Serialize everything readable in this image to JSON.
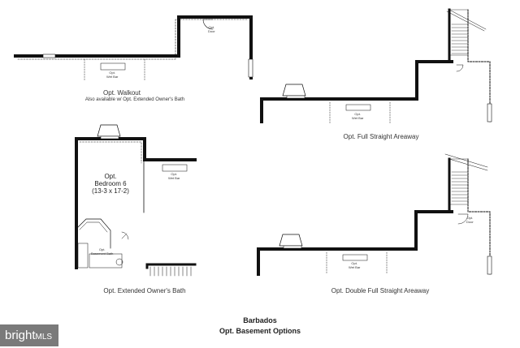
{
  "captions": {
    "walkout": "Opt. Walkout",
    "walkout_note": "Also available w/ Opt. Extended Owner's Bath",
    "full_areaway": "Opt. Full Straight Areaway",
    "extended_bath": "Opt. Extended Owner's Bath",
    "double_areaway": "Opt. Double Full Straight Areaway"
  },
  "room_labels": {
    "opt_door": [
      "Opt.",
      "Door"
    ],
    "opt_wet_bar": [
      "Opt.",
      "Wet Bar"
    ],
    "bedroom": [
      "Opt.",
      "Bedroom 6",
      "(13-3 x 17-2)"
    ],
    "basement_bath": [
      "Opt.",
      "Basement Bath"
    ]
  },
  "footer": {
    "model": "Barbados",
    "subtitle": "Opt. Basement Options"
  },
  "watermark": {
    "brand": "bright",
    "suffix": "MLS"
  }
}
